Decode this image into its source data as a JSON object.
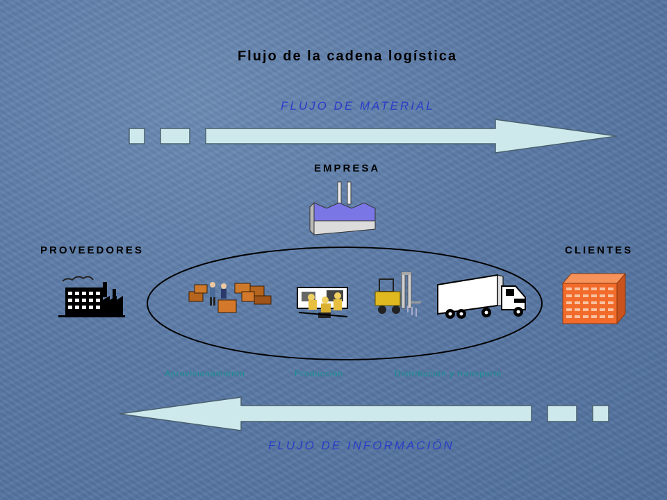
{
  "title": "Flujo de la cadena logística",
  "material_flow": {
    "label": "FLUJO DE MATERIAL"
  },
  "information_flow": {
    "label": "FLUJO DE INFORMACIÓN"
  },
  "nodes": {
    "company": "EMPRESA",
    "suppliers": "PROVEEDORES",
    "customers": "CLIENTES"
  },
  "stages": [
    {
      "label": "Aprovisionamiento"
    },
    {
      "label": "Producción"
    },
    {
      "label": "Distribución y transporte"
    }
  ],
  "colors": {
    "background": "#5a7aa6",
    "arrow_fill": "#cde9ec",
    "flow_label": "#2b3cc8",
    "stage_label": "#139090",
    "customer_building": "#f26b2a"
  }
}
